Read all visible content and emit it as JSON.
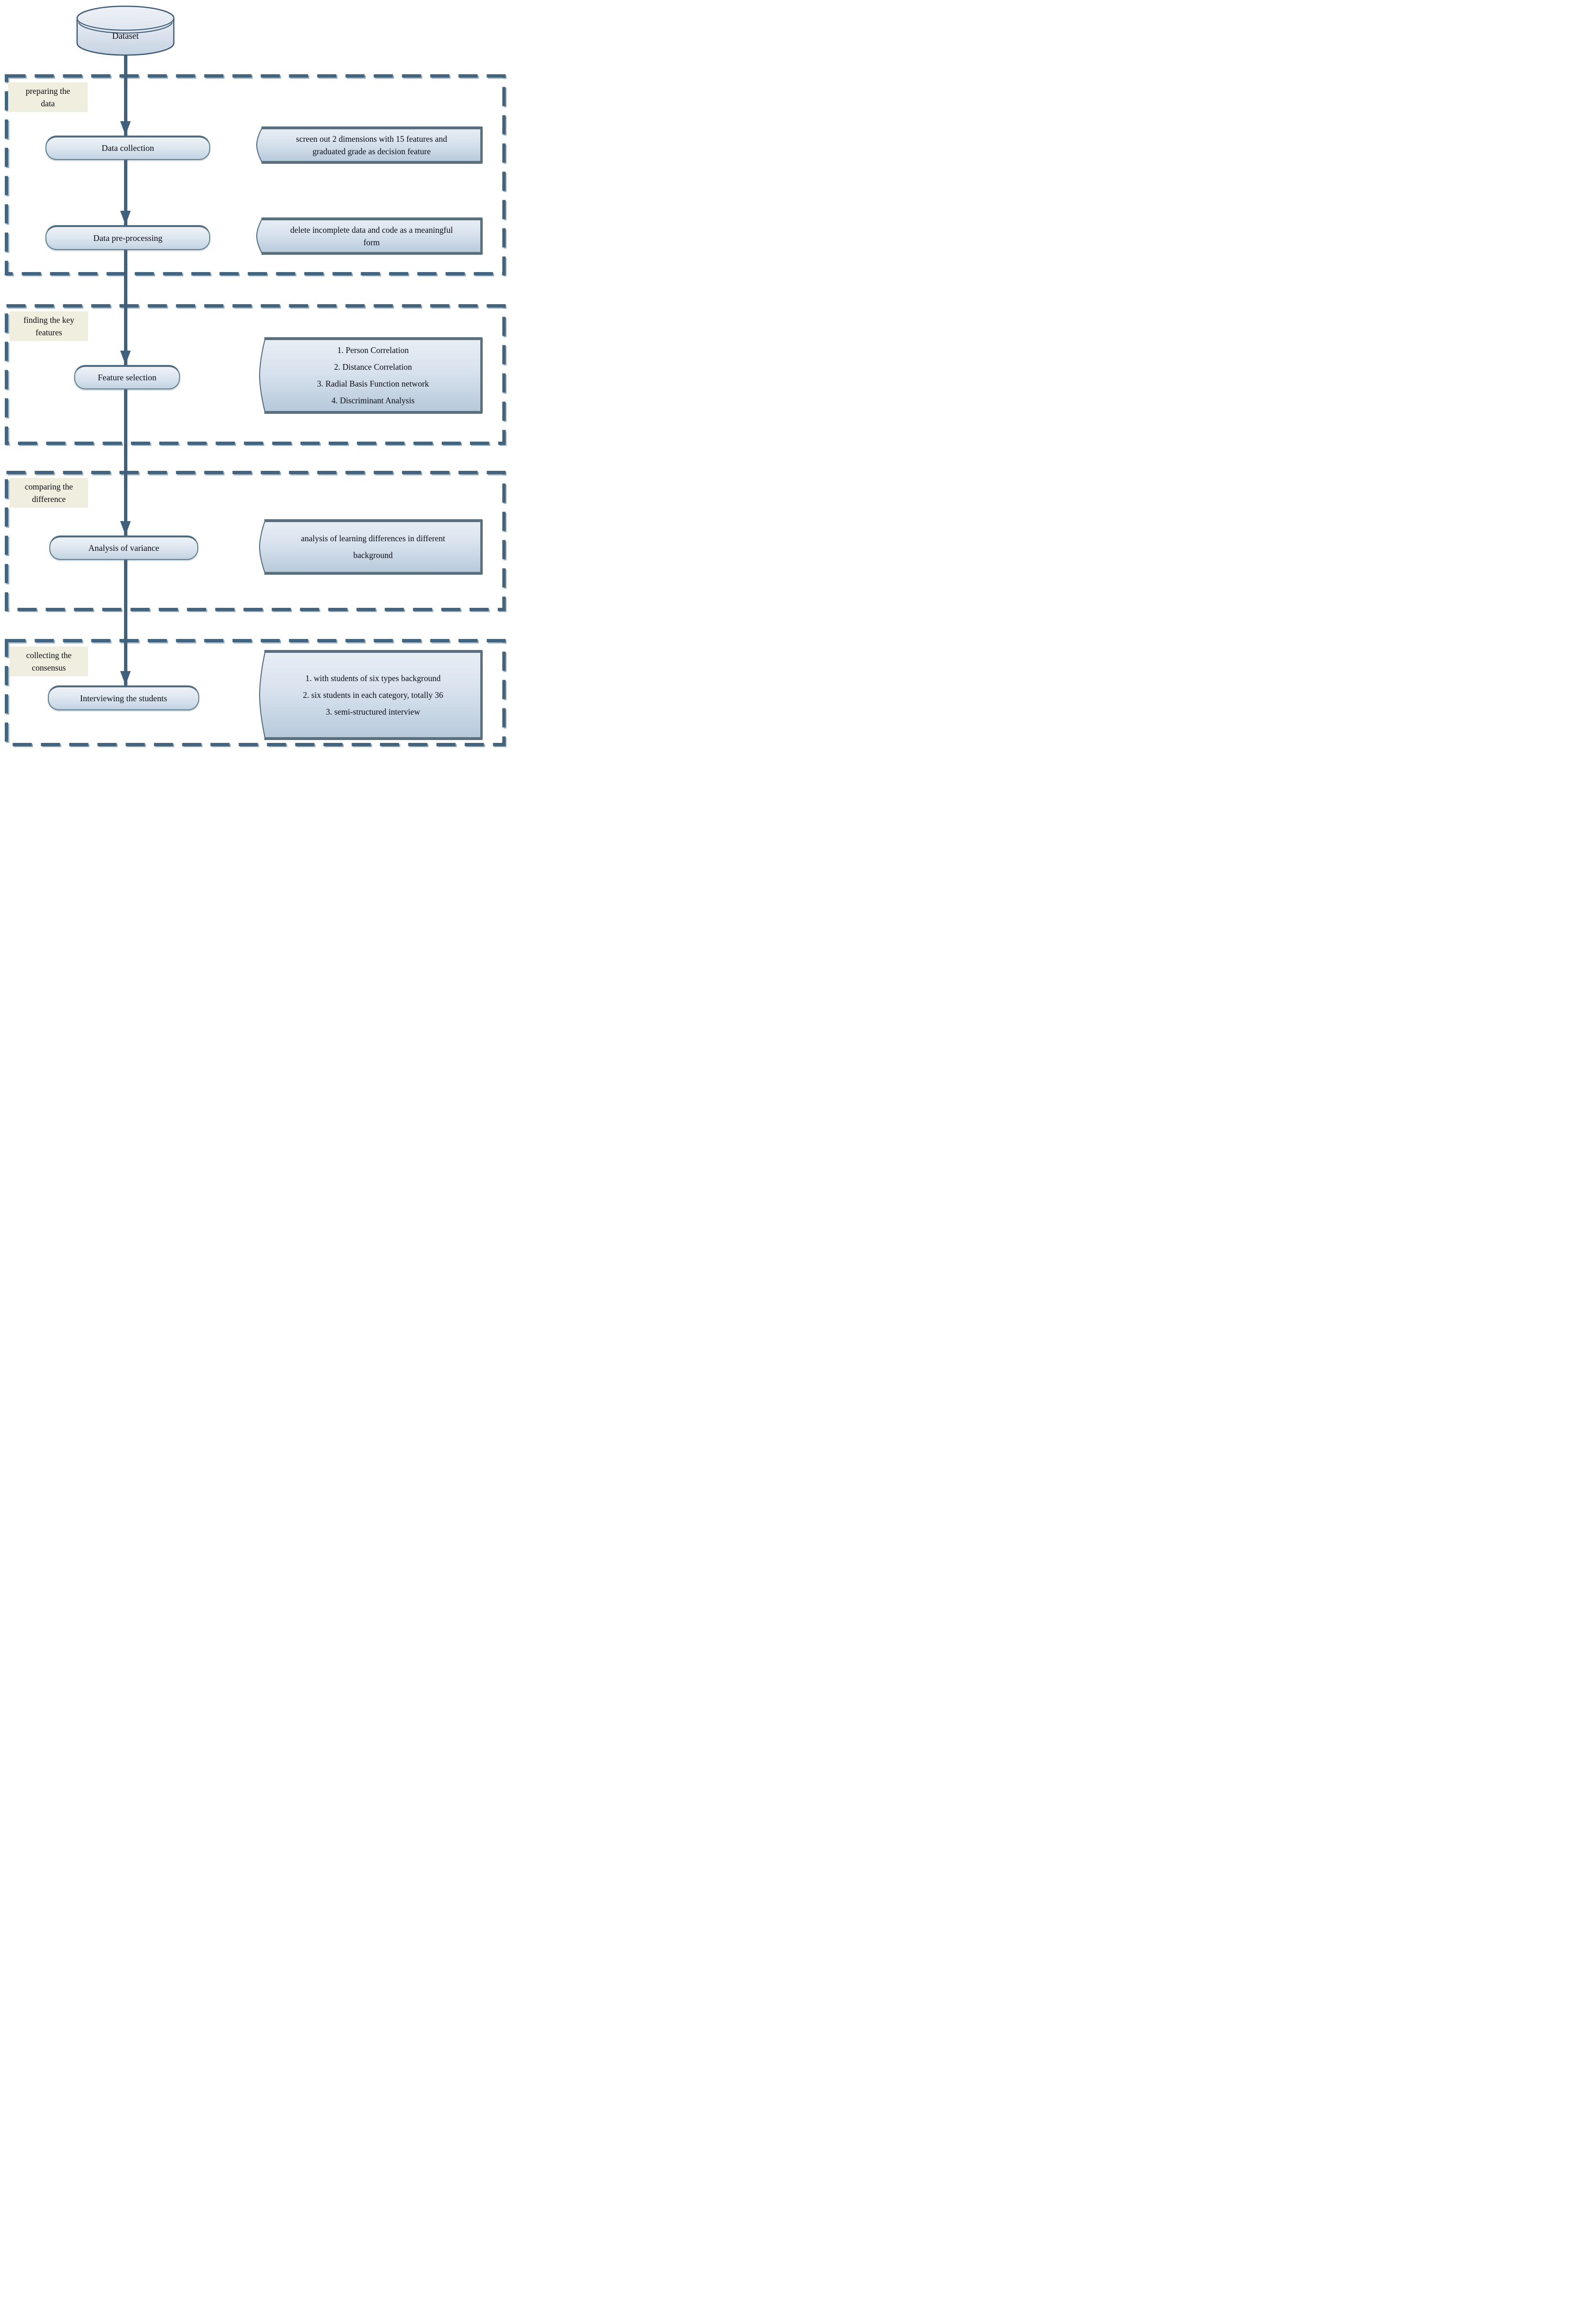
{
  "dataset_label": "Dataset",
  "phases": [
    {
      "label_lines": [
        "preparing the",
        "data"
      ]
    },
    {
      "label_lines": [
        "finding the key",
        "features"
      ]
    },
    {
      "label_lines": [
        "comparing the",
        "difference"
      ]
    },
    {
      "label_lines": [
        "collecting the",
        "consensus"
      ]
    }
  ],
  "stages": [
    {
      "label": "Data collection"
    },
    {
      "label": "Data pre-processing"
    },
    {
      "label": "Feature selection"
    },
    {
      "label": "Analysis of variance"
    },
    {
      "label": "Interviewing the students"
    }
  ],
  "notes": [
    {
      "lines": [
        "screen out 2 dimensions with 15 features and",
        "graduated grade as decision feature"
      ]
    },
    {
      "lines": [
        "delete incomplete data and code as a meaningful",
        "form"
      ]
    },
    {
      "lines": [
        "1. Person Correlation",
        "2. Distance Correlation",
        "3. Radial Basis Function network",
        "4. Discriminant Analysis"
      ]
    },
    {
      "lines": [
        "analysis of learning differences in different",
        "background"
      ]
    },
    {
      "lines": [
        "1. with students of six types background",
        "2. six students in each category, totally 36",
        "3. semi-structured interview"
      ]
    }
  ],
  "colors": {
    "flow_line": "#3f617e",
    "dash": "#42647f",
    "dash_halo": "#a3b6c4",
    "phase_label_bg": "#efeedf",
    "stage_border": "#63808f",
    "stage_fill_top": "#eef2f7",
    "stage_fill_bottom": "#c3d3e3",
    "note_fill_top": "#e9eef5",
    "note_fill_bottom": "#b5c8da",
    "note_bar": "#5a707f",
    "text": "#0a0a12"
  }
}
